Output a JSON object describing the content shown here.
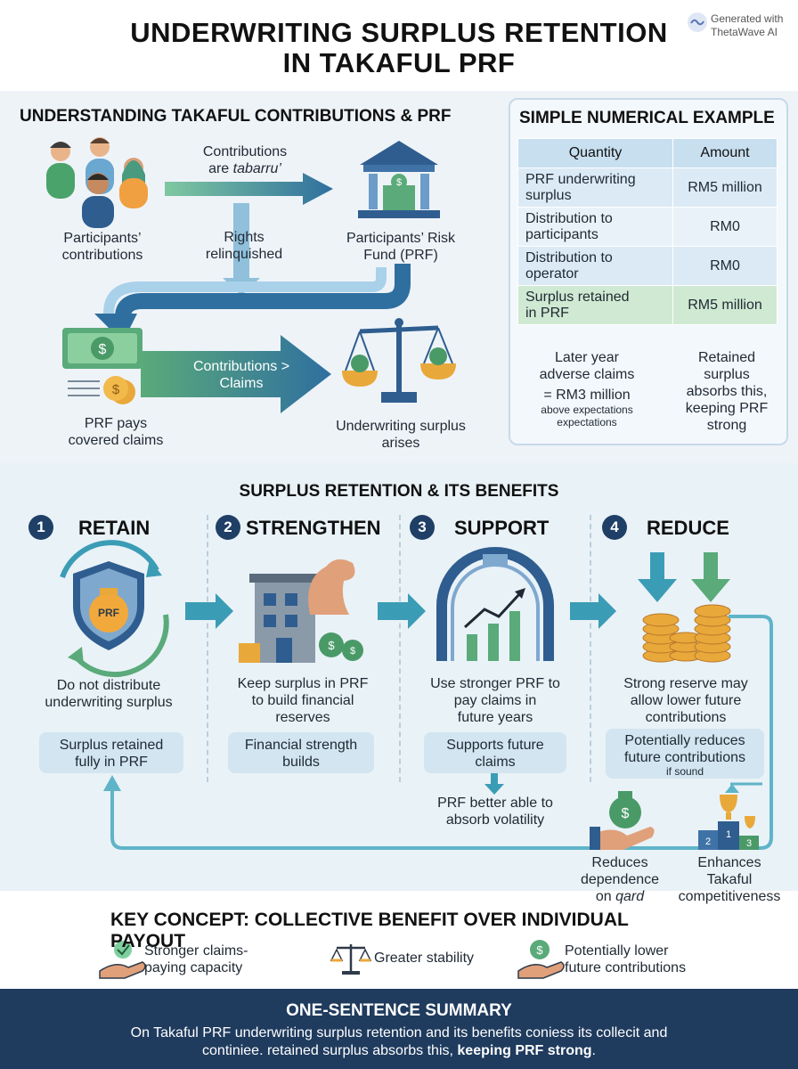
{
  "header": {
    "title_line1": "UNDERWRITING SURPLUS RETENTION",
    "title_line2": "IN TAKAFUL PRF",
    "watermark_line1": "Generated with",
    "watermark_line2": "ThetaWave AI"
  },
  "understanding": {
    "title": "UNDERSTANDING TAKAFUL CONTRIBUTIONS & PRF",
    "participants_line1": "Participants’",
    "participants_line2": "contributions",
    "contrib_arrow_line1": "Contributions",
    "contrib_arrow_line2_pre": "are ",
    "contrib_arrow_line2_em": "tabarru’",
    "rights_line1": "Rights",
    "rights_line2": "relinquished",
    "prf_line1": "Participants’ Risk",
    "prf_line2": "Fund (PRF)",
    "claims_arrow_line1": "Contributions >",
    "claims_arrow_line2": "Claims",
    "pays_line1": "PRF pays",
    "pays_line2": "covered claims",
    "surplus_line1": "Underwriting surplus",
    "surplus_line2": "arises"
  },
  "example": {
    "title": "SIMPLE NUMERICAL EXAMPLE",
    "headers": [
      "Quantity",
      "Amount"
    ],
    "rows": [
      {
        "q1": "PRF underwriting",
        "q2": "surplus",
        "amount": "RM5 million"
      },
      {
        "q1": "Distribution to",
        "q2": "participants",
        "amount": "RM0"
      },
      {
        "q1": "Distribution to",
        "q2": "operator",
        "amount": "RM0"
      },
      {
        "q1": "Surplus retained",
        "q2": "in PRF",
        "amount": "RM5 million"
      }
    ],
    "later_line1": "Later year",
    "later_line2": "adverse claims",
    "later_line3": "= RM3 million",
    "later_line4": "above expectations",
    "later_line5": "expectations",
    "absorb_line1": "Retained",
    "absorb_line2": "surplus",
    "absorb_line3": "absorbs this,",
    "absorb_line4": "keeping PRF",
    "absorb_line5": "strong"
  },
  "benefits": {
    "title": "SURPLUS RETENTION & ITS BENEFITS",
    "steps": [
      {
        "num": "1",
        "title": "RETAIN",
        "icon_label": "PRF",
        "desc1": "Do not distribute",
        "desc2": "underwriting surplus",
        "desc3": "",
        "pill1": "Surplus retained",
        "pill2": "fully in PRF"
      },
      {
        "num": "2",
        "title": "STRENGTHEN",
        "desc1": "Keep surplus in PRF",
        "desc2": "to build financial",
        "desc3": "reserves",
        "pill1": "Financial strength",
        "pill2": "builds"
      },
      {
        "num": "3",
        "title": "SUPPORT",
        "desc1": "Use stronger PRF to",
        "desc2": "pay claims in",
        "desc3": "future years",
        "pill1": "Supports future",
        "pill2": "claims"
      },
      {
        "num": "4",
        "title": "REDUCE",
        "desc1": "Strong reserve may",
        "desc2": "allow lower future",
        "desc3": "contributions",
        "pill1": "Potentially reduces",
        "pill2": "future contributions",
        "pill3": "if sound"
      }
    ],
    "volatility_line1": "PRF better able to",
    "volatility_line2": "absorb volatility",
    "qard_line1": "Reduces",
    "qard_line2": "dependence",
    "qard_line3_pre": "on ",
    "qard_line3_em": "qard",
    "compet_line1": "Enhances",
    "compet_line2": "Takaful",
    "compet_line3": "competitiveness"
  },
  "key_concept": {
    "title": "KEY CONCEPT: COLLECTIVE BENEFIT OVER INDIVIDUAL PAYOUT",
    "items": [
      {
        "line1": "Stronger claims-",
        "line2": "paying capacity"
      },
      {
        "line1": "Greater stability",
        "line2": ""
      },
      {
        "line1": "Potentially lower",
        "line2": "future contributions"
      }
    ]
  },
  "summary": {
    "title": "ONE-SENTENCE SUMMARY",
    "line1": "On Takaful PRF underwriting surplus retention and its benefits coniess its collecit and",
    "line2_pre": "continiee. retained surplus absorbs this, ",
    "line2_bold": "keeping PRF strong",
    "line2_post": "."
  },
  "colors": {
    "navy": "#1f3b5e",
    "blue_arrow": "#2f6f9f",
    "green_arrow": "#5aaa7a",
    "teal": "#3b9cb5",
    "gold": "#e9a83a",
    "panel_bg": "#eef3f8"
  }
}
